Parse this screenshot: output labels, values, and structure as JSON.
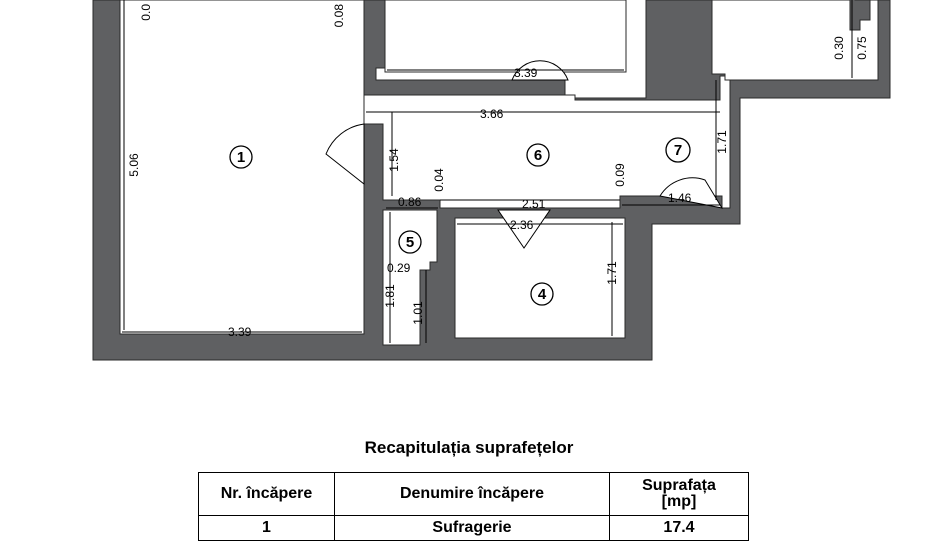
{
  "rooms": [
    {
      "id": "room-1",
      "number": "1"
    },
    {
      "id": "room-4",
      "number": "4"
    },
    {
      "id": "room-5",
      "number": "5"
    },
    {
      "id": "room-6",
      "number": "6"
    },
    {
      "id": "room-7",
      "number": "7"
    }
  ],
  "dimensions": {
    "top_left_a": "0.0",
    "top_left_b": "0.08",
    "room1_width": "3.39",
    "room1_height": "5.06",
    "top_room_width": "3.39",
    "hall_width": "3.66",
    "hall_height": "1.54",
    "door_offset_a": "0.04",
    "door_offset_b": "0.09",
    "room5_width": "0.86",
    "hall_bottom": "2.51",
    "room4_width": "2.36",
    "room4_height": "1.71",
    "room5_inner": "0.29",
    "room5_height": "1.81",
    "room5_niche": "1.01",
    "room7_width": "1.46",
    "room7_height": "1.71",
    "right_a": "0.30",
    "right_b": "0.75"
  },
  "summary": {
    "title": "Recapitulația suprafețelor",
    "headers": {
      "number": "Nr. încăpere",
      "name": "Denumire încăpere",
      "area_line1": "Suprafața",
      "area_line2": "[mp]"
    },
    "rows": [
      {
        "number": "1",
        "name": "Sufragerie",
        "area": "17.4"
      }
    ]
  }
}
